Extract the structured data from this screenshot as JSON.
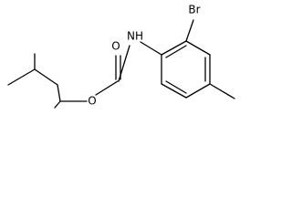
{
  "structure": {
    "atom_labels": {
      "bromine": "Br",
      "amine": "NH",
      "carbonyl_oxygen": "O",
      "ester_oxygen": "O"
    },
    "bond_color": "#000000",
    "background_color": "#ffffff"
  }
}
